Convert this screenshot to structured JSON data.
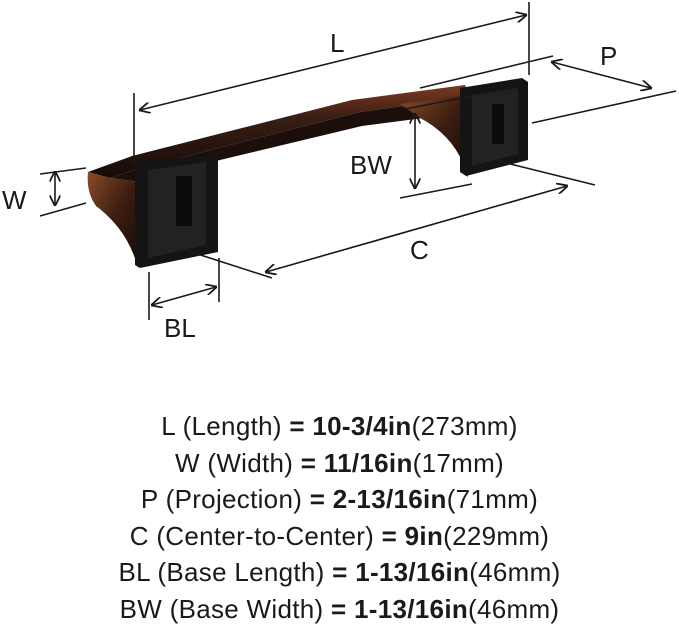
{
  "diagram": {
    "labels": {
      "L": "L",
      "W": "W",
      "P": "P",
      "BW": "BW",
      "C": "C",
      "BL": "BL"
    }
  },
  "specs": [
    {
      "abbr": "L",
      "name": "(Length)",
      "eq": "=",
      "value": "10-3/4in",
      "metric": "(273mm)"
    },
    {
      "abbr": "W",
      "name": "(Width)",
      "eq": "=",
      "value": "11/16in",
      "metric": "(17mm)"
    },
    {
      "abbr": "P",
      "name": "(Projection)",
      "eq": "=",
      "value": "2-13/16in",
      "metric": "(71mm)"
    },
    {
      "abbr": "C",
      "name": "(Center-to-Center)",
      "eq": "=",
      "value": "9in",
      "metric": "(229mm)"
    },
    {
      "abbr": "BL",
      "name": "(Base Length)",
      "eq": "=",
      "value": "1-13/16in",
      "metric": "(46mm)"
    },
    {
      "abbr": "BW",
      "name": "(Base Width)",
      "eq": "=",
      "value": "1-13/16in",
      "metric": "(46mm)"
    }
  ]
}
